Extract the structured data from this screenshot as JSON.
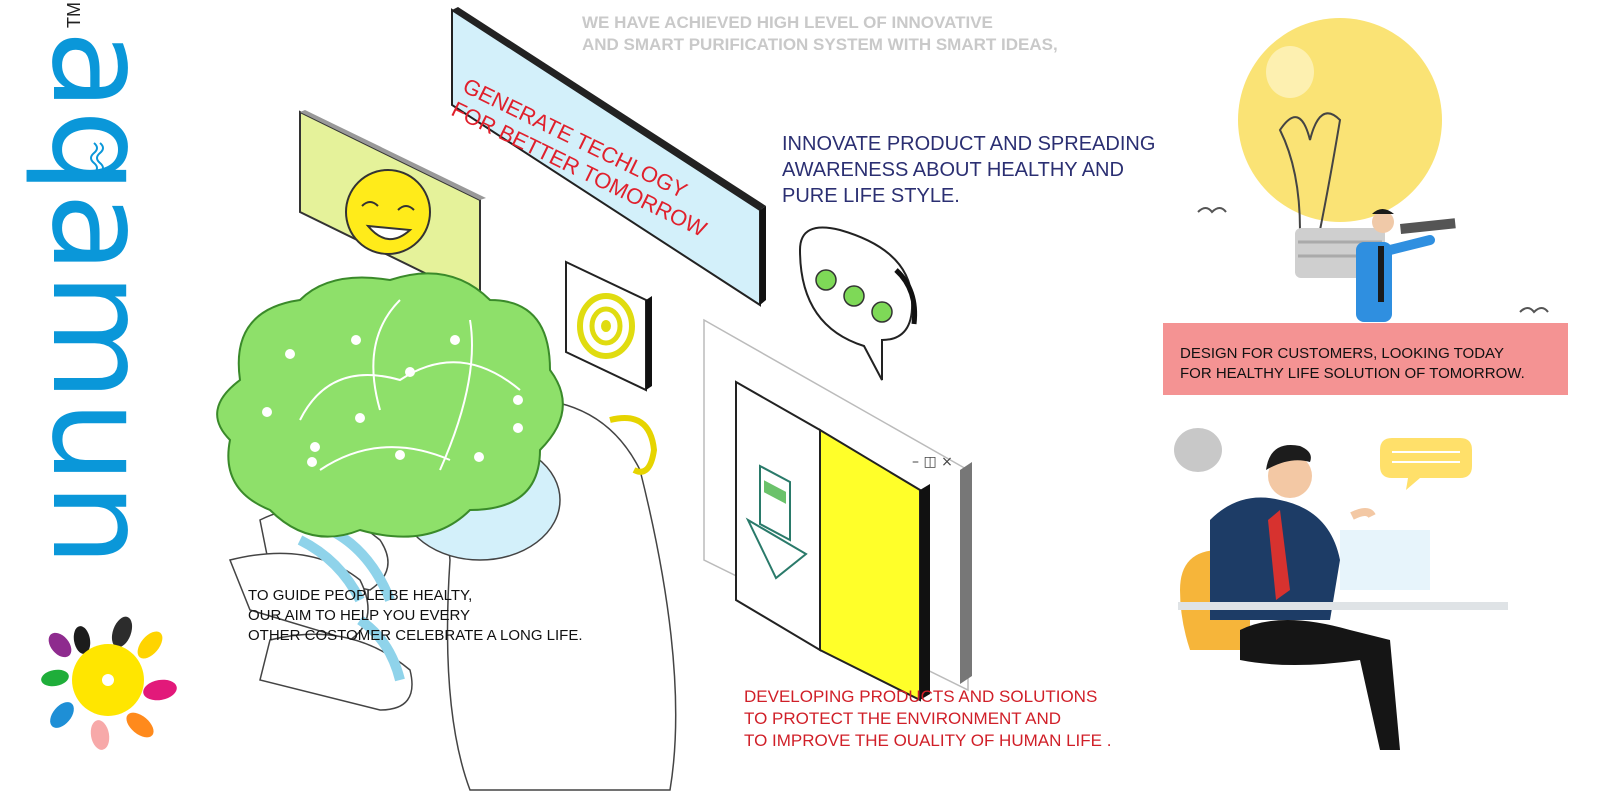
{
  "brand": {
    "name": "aqamun",
    "trademark": "TM",
    "color": "#0a97d9"
  },
  "texts": {
    "top_line1": "WE HAVE ACHIEVED HIGH LEVEL OF INNOVATIVE",
    "top_line2": "AND SMART PURIFICATION SYSTEM WITH SMART IDEAS,",
    "screen_line1": "GENERATE TECHLOGY",
    "screen_line2": "FOR BETTER TOMORROW",
    "innovate_line1": "INNOVATE PRODUCT AND SPREADING",
    "innovate_line2": "AWARENESS ABOUT HEALTHY AND",
    "innovate_line3": "PURE LIFE STYLE.",
    "design_line1": "DESIGN FOR CUSTOMERS, LOOKING TODAY",
    "design_line2": "FOR HEALTHY LIFE SOLUTION OF TOMORROW.",
    "guide_line1": "TO GUIDE PEOPLE BE HEALTY,",
    "guide_line2": "OUR AIM TO HELP YOU EVERY",
    "guide_line3": "OTHER COSTOMER CELEBRATE A LONG LIFE.",
    "develop_line1": "DEVELOPING PRODUCTS AND SOLUTIONS",
    "develop_line2": "TO PROTECT THE ENVIRONMENT AND",
    "develop_line3": "TO IMPROVE THE OUALITY OF HUMAN LIFE ."
  },
  "colors": {
    "accent_red": "#e0202c",
    "navy_text": "#2b2f72",
    "pink_box": "#f49393",
    "brain_green": "#8ee06a",
    "screen_blue": "#d3f0fa",
    "yellow": "#ffef1a"
  },
  "icons": [
    "sun-logo-icon",
    "wave-icon",
    "smiley-icon",
    "chat-bubble-icon",
    "target-icon",
    "download-icon",
    "lightbulb-icon",
    "telescope-icon",
    "bird-icon"
  ]
}
